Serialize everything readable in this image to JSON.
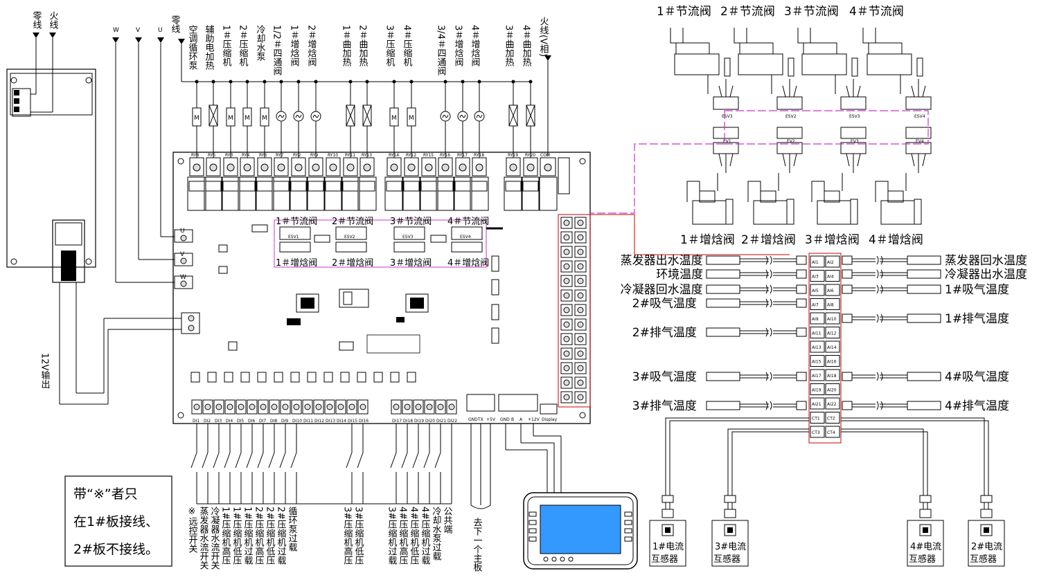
{
  "power_left": {
    "neutral": "零线",
    "live": "火线"
  },
  "phases": [
    "W",
    "V",
    "U"
  ],
  "top_neutral": "零线",
  "top_live": "火线(V相)",
  "top_loads": [
    {
      "label": "空调循环泵",
      "sym": "M"
    },
    {
      "label": "辅助电加热",
      "sym": "X"
    },
    {
      "label": "1＃压缩机",
      "sym": "M"
    },
    {
      "label": "2＃压缩机",
      "sym": "M"
    },
    {
      "label": "冷却水泵",
      "sym": "M"
    },
    {
      "label": "1/2＃四通阀",
      "sym": "V"
    },
    {
      "label": "1＃增焓阀",
      "sym": "V"
    },
    {
      "label": "2＃增焓阀",
      "sym": "V"
    },
    {
      "label": "1＃曲加热",
      "sym": "X"
    },
    {
      "label": "2＃曲加热",
      "sym": "X"
    },
    {
      "label": "3＃压缩机",
      "sym": "M"
    },
    {
      "label": "4＃压缩机",
      "sym": "M"
    },
    {
      "label": "3/4＃四通阀",
      "sym": "V"
    },
    {
      "label": "3＃增焓阀",
      "sym": "V"
    },
    {
      "label": "4＃增焓阀",
      "sym": "V"
    },
    {
      "label": "3＃曲加热",
      "sym": "X"
    },
    {
      "label": "4＃曲加热",
      "sym": "X"
    }
  ],
  "top_terminals": [
    "RY8",
    "RY5",
    "RY3",
    "RY4",
    "RY6",
    "RY7",
    "RY2",
    "RY9",
    "RY10",
    "RY11",
    "RY13",
    "RY14",
    "RY12",
    "RY15",
    "RY16",
    "RY17",
    "RY18",
    "RY19",
    "RY20"
  ],
  "throttle_top": [
    "1＃节流阀",
    "2＃节流阀",
    "3＃节流阀",
    "4＃节流阀"
  ],
  "enthalpy_bottom": [
    "1＃增焓阀",
    "2＃增焓阀",
    "3＃增焓阀",
    "4＃增焓阀"
  ],
  "board_throttle": [
    "1＃节流阀",
    "2＃节流阀",
    "3＃节流阀",
    "4＃节流阀"
  ],
  "board_enthalpy": [
    "1＃增焓阀",
    "2＃增焓阀",
    "3＃增焓阀",
    "4＃增焓阀"
  ],
  "board_ev": [
    "ESV1",
    "ESV2",
    "ESV3",
    "ESV4"
  ],
  "ev_conn": [
    "ESV3",
    "ESV2",
    "ESV3",
    "ESV4"
  ],
  "ev_conn_low": [
    "EV1",
    "EV2",
    "EV3",
    "EV4"
  ],
  "uvw_board": [
    "U",
    "V",
    "W"
  ],
  "sensors_left": [
    "蒸发器出水温度",
    "环境温度",
    "冷凝器回水温度",
    "2#吸气温度",
    "2#排气温度",
    "3#吸气温度",
    "3#排气温度"
  ],
  "sensors_right": [
    "蒸发器回水温度",
    "冷凝器出水温度",
    "1#吸气温度",
    "1#排气温度",
    "4#吸气温度",
    "4#排气温度"
  ],
  "ai_terms": [
    "AI1",
    "AI2",
    "AI3",
    "AI4",
    "AI5",
    "AI6",
    "AI7",
    "AI8",
    "AI9",
    "AI10",
    "AI11",
    "AI12",
    "AI13",
    "AI14",
    "AI15",
    "AI16",
    "AI17",
    "AI18",
    "AI19",
    "AI20",
    "AI21",
    "AI22",
    "CT1",
    "CT2",
    "CT3",
    "CT4"
  ],
  "ct_sensors": [
    {
      "name": "1#电流",
      "sub": "互感器"
    },
    {
      "name": "3#电流",
      "sub": "互感器"
    },
    {
      "name": "4#电流",
      "sub": "互感器"
    },
    {
      "name": "2#电流",
      "sub": "互感器"
    }
  ],
  "output_12v": "12V输出",
  "bottom_inputs_a": [
    "※远控开关",
    "蒸发器水流开关",
    "冷凝器水流开关",
    "1#压缩机高压",
    "1#压缩机低压",
    "1#压缩机过载",
    "2#压缩机高压",
    "2#压缩机低压",
    "2#压缩机过载",
    "循环泵过载"
  ],
  "bottom_inputs_b": [
    "3#压缩机高压",
    "3#压缩机低压"
  ],
  "bottom_inputs_c": [
    "3#压缩机过载",
    "4#压缩机高压",
    "4#压缩机低压",
    "4#压缩机过载",
    "冷却水泵过载",
    "公共端"
  ],
  "to_next_board": "去下一个主板",
  "di_terms": [
    "DI1",
    "DI2",
    "DI3",
    "DI4",
    "DI5",
    "DI6",
    "DI7",
    "DI8",
    "DI9",
    "DI10",
    "DI11",
    "DI12",
    "DI13",
    "DI14",
    "DI15",
    "DI16",
    "DI17",
    "DI18",
    "DI19",
    "DI20",
    "DI21",
    "DI22"
  ],
  "comm_labels": [
    "GND",
    "TX",
    "+5V",
    "GND",
    "B",
    "A",
    "+12V",
    "Display"
  ],
  "note_text": "带“※”者只在1#板接线、2#板不接线。",
  "colors": {
    "line": "#000000",
    "magenta": "#cc33cc",
    "red": "#cc0000",
    "screen": "#3399ff",
    "gray": "#bbbbbb"
  }
}
